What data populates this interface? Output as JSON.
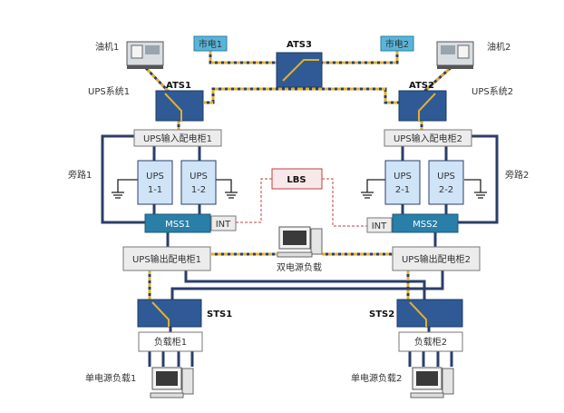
{
  "title": "",
  "generators": {
    "gen1": "油机1",
    "gen2": "油机2"
  },
  "mains": {
    "m1": "市电1",
    "m2": "市电2"
  },
  "ats": {
    "ats1": "ATS1",
    "ats2": "ATS2",
    "ats3": "ATS3"
  },
  "ups_system": {
    "s1": "UPS系统1",
    "s2": "UPS系统2"
  },
  "input_cabinets": {
    "c1": "UPS输入配电柜1",
    "c2": "UPS输入配电柜2"
  },
  "bypass": {
    "b1": "旁路1",
    "b2": "旁路2"
  },
  "ups_units": {
    "u11": [
      "UPS",
      "1-1"
    ],
    "u12": [
      "UPS",
      "1-2"
    ],
    "u21": [
      "UPS",
      "2-1"
    ],
    "u22": [
      "UPS",
      "2-2"
    ]
  },
  "lbs": "LBS",
  "mss": {
    "m1": "MSS1",
    "m2": "MSS2"
  },
  "int": {
    "i1": "INT",
    "i2": "INT"
  },
  "dual_load": "双电源负载",
  "output_cabinets": {
    "o1": "UPS输出配电柜1",
    "o2": "UPS输出配电柜2"
  },
  "sts": {
    "s1": "STS1",
    "s2": "STS2"
  },
  "load_cabinets": {
    "l1": "负载柜1",
    "l2": "负载柜2"
  },
  "single_loads": {
    "l1": "单电源负载1",
    "l2": "单电源负载2"
  },
  "colors": {
    "cable_dark": "#2b3e6b",
    "cable_yellow": "#e0b030",
    "switch_box": "#2f5a95",
    "ups_box": "#cfe4f7",
    "mss_box": "#2a7fa8",
    "lbs_fill": "#f7e9ea",
    "gray_box": "#ececec"
  }
}
